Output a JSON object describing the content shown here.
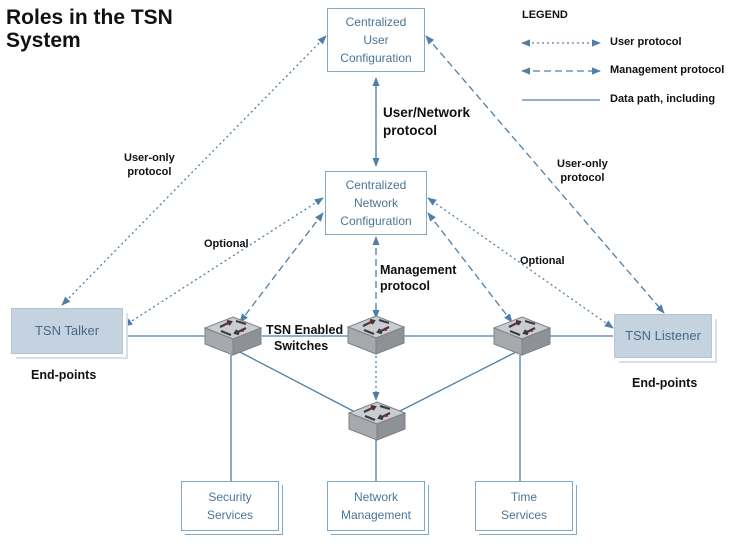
{
  "title": {
    "line1": "Roles in the TSN",
    "line2": "System"
  },
  "legend": {
    "title": "LEGEND",
    "items": [
      {
        "label": "User protocol",
        "style": "dotted"
      },
      {
        "label": "Management protocol",
        "style": "dashed"
      },
      {
        "label": "Data path, including",
        "style": "solid"
      }
    ]
  },
  "nodes": {
    "cuc": {
      "line1": "Centralized",
      "line2": "User",
      "line3": "Configuration"
    },
    "cnc": {
      "line1": "Centralized",
      "line2": "Network",
      "line3": "Configuration"
    },
    "talker": {
      "label": "TSN Talker"
    },
    "listener": {
      "label": "TSN Listener"
    },
    "security": {
      "line1": "Security",
      "line2": "Services"
    },
    "netmgmt": {
      "line1": "Network",
      "line2": "Management"
    },
    "time": {
      "line1": "Time",
      "line2": "Services"
    }
  },
  "labels": {
    "user_network_protocol": {
      "line1": "User/Network",
      "line2": "protocol"
    },
    "user_only_left": {
      "line1": "User-only",
      "line2": "protocol"
    },
    "user_only_right": {
      "line1": "User-only",
      "line2": "protocol"
    },
    "optional_left": "Optional",
    "optional_right": "Optional",
    "management_protocol": {
      "line1": "Management",
      "line2": "protocol"
    },
    "tsn_switches": {
      "line1": "TSN Enabled",
      "line2": "Switches"
    },
    "endpoints_left": "End-points",
    "endpoints_right": "End-points"
  },
  "colors": {
    "line": "#4f7fa6",
    "box_border": "#7fa8c6",
    "box_text": "#4a7596",
    "endpoint_fill": "#c5d3e1",
    "switch_body": "#c9ccd0",
    "switch_dark": "#3a3d40",
    "switch_accent": "#b81818"
  }
}
